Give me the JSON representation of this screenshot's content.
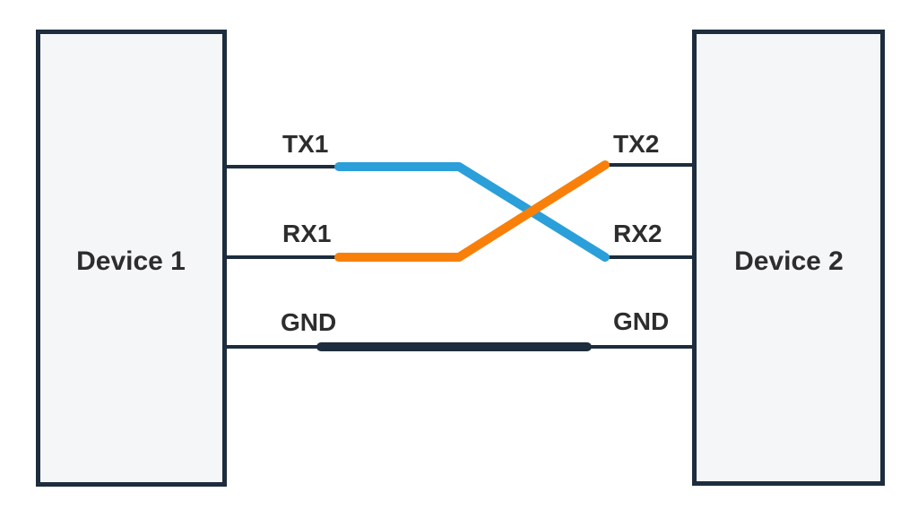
{
  "diagram": {
    "type": "crossover-serial-wiring",
    "devices": [
      {
        "label": "Device 1"
      },
      {
        "label": "Device 2"
      }
    ],
    "pins": {
      "left": [
        {
          "label": "TX1"
        },
        {
          "label": "RX1"
        },
        {
          "label": "GND"
        }
      ],
      "right": [
        {
          "label": "TX2"
        },
        {
          "label": "RX2"
        },
        {
          "label": "GND"
        }
      ]
    },
    "wires": [
      {
        "from": "TX1",
        "to": "RX2",
        "color_name": "blue",
        "style": "crossed"
      },
      {
        "from": "RX1",
        "to": "TX2",
        "color_name": "orange",
        "style": "crossed"
      },
      {
        "from": "GND",
        "to": "GND",
        "color_name": "navy",
        "style": "straight"
      }
    ]
  },
  "colors": {
    "navy": "#1d2d3e",
    "blue": "#2b9fd9",
    "orange": "#f8800a",
    "box_fill": "#f4f6f8",
    "label_text": "#2d2d2d",
    "background": "#ffffff"
  }
}
